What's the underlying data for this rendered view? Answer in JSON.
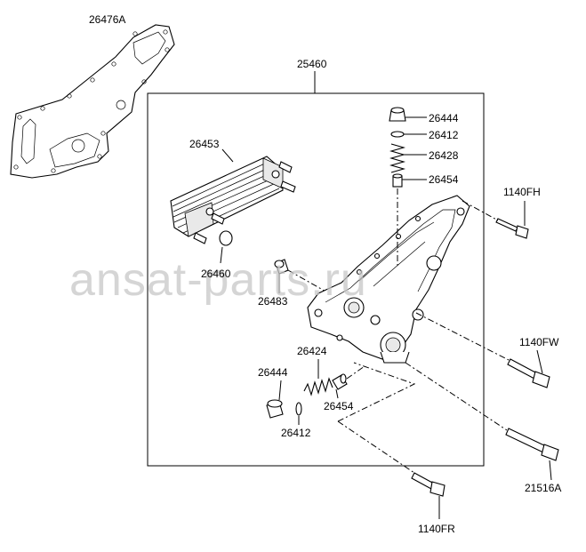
{
  "labels": {
    "l26476A": "26476A",
    "l25460": "25460",
    "l26453": "26453",
    "l26460": "26460",
    "l26483": "26483",
    "l26444a": "26444",
    "l26412a": "26412",
    "l26428": "26428",
    "l26454a": "26454",
    "l1140FH": "1140FH",
    "l1140FW": "1140FW",
    "l26424": "26424",
    "l26444b": "26444",
    "l26454b": "26454",
    "l26412b": "26412",
    "l21516A": "21516A",
    "l1140FR": "1140FR"
  },
  "watermark": "ansat-parts.ru"
}
